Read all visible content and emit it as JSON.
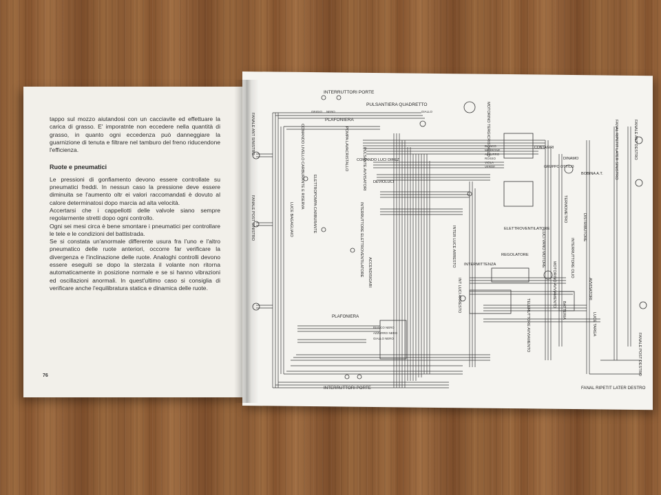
{
  "left_page": {
    "paragraph_1": "tappo sul mozzo aiutandosi con un cacciavite ed effettuare la carica di grasso. E' imporatnte non eccedere nella quantità di grasso, in quanto ogni eccedenza può danneggiare la guarnizione di tenuta e filtrare nel tamburo del freno riducendone l'efficienza.",
    "section_title": "Ruote e pneumatici",
    "paragraph_2": "Le pressioni di gonfiamento devono essere controllate su pneumatici freddi. In nessun caso la pressione deve essere diminuita se l'aumento oltr ei valori raccomandati è dovuto al calore determinatosi dopo marcia ad alta velocità.",
    "paragraph_3": "Accertarsi che i cappellotti delle valvole siano sempre regolarmente stretti dopo ogni controllo.",
    "paragraph_4": "Ogni sei mesi circa è bene smontare i pneumatici per controllare le tele e le condizioni del battistrada.",
    "paragraph_5": "Se si constata un'anormale differente usura fra l'uno e l'altro pneumatico delle ruote anteriori, occorre far verificare la divergenza e l'inclinazione delle ruote. Analoghi controlli devono essere eseguiti se dopo la sterzata il volante non ritorna automaticamente in posizione normale e se si hanno vibrazioni ed oscillazioni anormali. In quest'ultimo caso si consiglia di verificare anche l'equilibratura statica e dinamica delle ruote.",
    "page_number": "76"
  },
  "diagram": {
    "labels_horizontal": {
      "interruttori_porte_top": "INTERRUTTORI PORTE",
      "pulsantiera_quadretto": "PULSANTIERA QUADRETTO",
      "plafoniera_top": "PLAFONIERA",
      "comando_luci_direz": "COMANDO LUCI DIREZ",
      "devioluci": "DEVIOLUCI",
      "elettroventilatore": "ELETTROVENTILATORE",
      "intermittenza": "INTERMITTENZA",
      "regolatore": "REGOLATORE",
      "plafoniera_bottom": "PLAFONIERA",
      "interruttori_porte_bottom": "INTERRUTTORI PORTE",
      "fanal_ripetit_later_destro": "FANAL RIPETIT LATER DESTRO",
      "dinamo": "DINAMO",
      "bobina": "BOBINA A.T.",
      "gruppo_ottico": "GRUPPO OTTICO",
      "contagiri": "CONTAGIRI",
      "grigio": "GRIGIO",
      "nero": "NERO",
      "giallo": "GIALLO",
      "azzurro": "AZZURRO",
      "bianco": "BIANCO",
      "marrone": "MARRONE",
      "rosso": "ROSSO",
      "viola": "VIOLA",
      "verde": "VERDE",
      "bianco_nero": "BIANCO NERO",
      "azzurro_nero": "AZZURRO NERO",
      "giallo_nero": "GIALLO NERO"
    },
    "labels_vertical": {
      "motorino_tergicristallo": "MOTORINO TERGICRISTALLO",
      "fanale_ant_sinistro": "FANALE ANT SINISTRO",
      "comando_livello_carburante": "COMANDO LIVELLO CARBURANTE E RISERVA",
      "pompa_lavacristallo": "POMPA LAVACRISTALLO",
      "pulsante_avvisatori": "PULSANTE AVVISATORI",
      "elettropompa_carburante": "ELETTROPOMPA CARBURANTE",
      "fanale_post_sinistro": "FANALE POST SINISTRO",
      "luce_bagagliaio": "LUCE BAGAGLIAIO",
      "interruttore_elettroventilatore": "INTERRUTTORE ELETTROVENTILATORE",
      "accendisigari": "ACCENDISIGARI",
      "inter_luce_arresto": "INTER LUCE ARRESTO",
      "int_luci_arresto": "INT LUCI ARRESTO",
      "distributore": "DISTRIBUTORE",
      "motorino_avviamento": "MOTORINO AVVIAMENTO",
      "batteria": "BATTERIA",
      "avvisatori": "AVVISATORI",
      "fanale_ant_destro": "FANALE ANT DESTRO",
      "fanale_post_destro": "FANALE POST DESTRO",
      "fanal_ripetit_later_sinistro": "FANAL RIPETIT LATER SINISTRO",
      "luce_targa": "LUCE TARGA",
      "teleruttore_avviamento": "TELERUTTORE AVVIAMENTO",
      "termometro": "TERMOMETRO",
      "luci_vano_motore": "LUCI VANO MOTORE",
      "interruttore_olio": "INTERRUTTORE OLIO"
    }
  }
}
